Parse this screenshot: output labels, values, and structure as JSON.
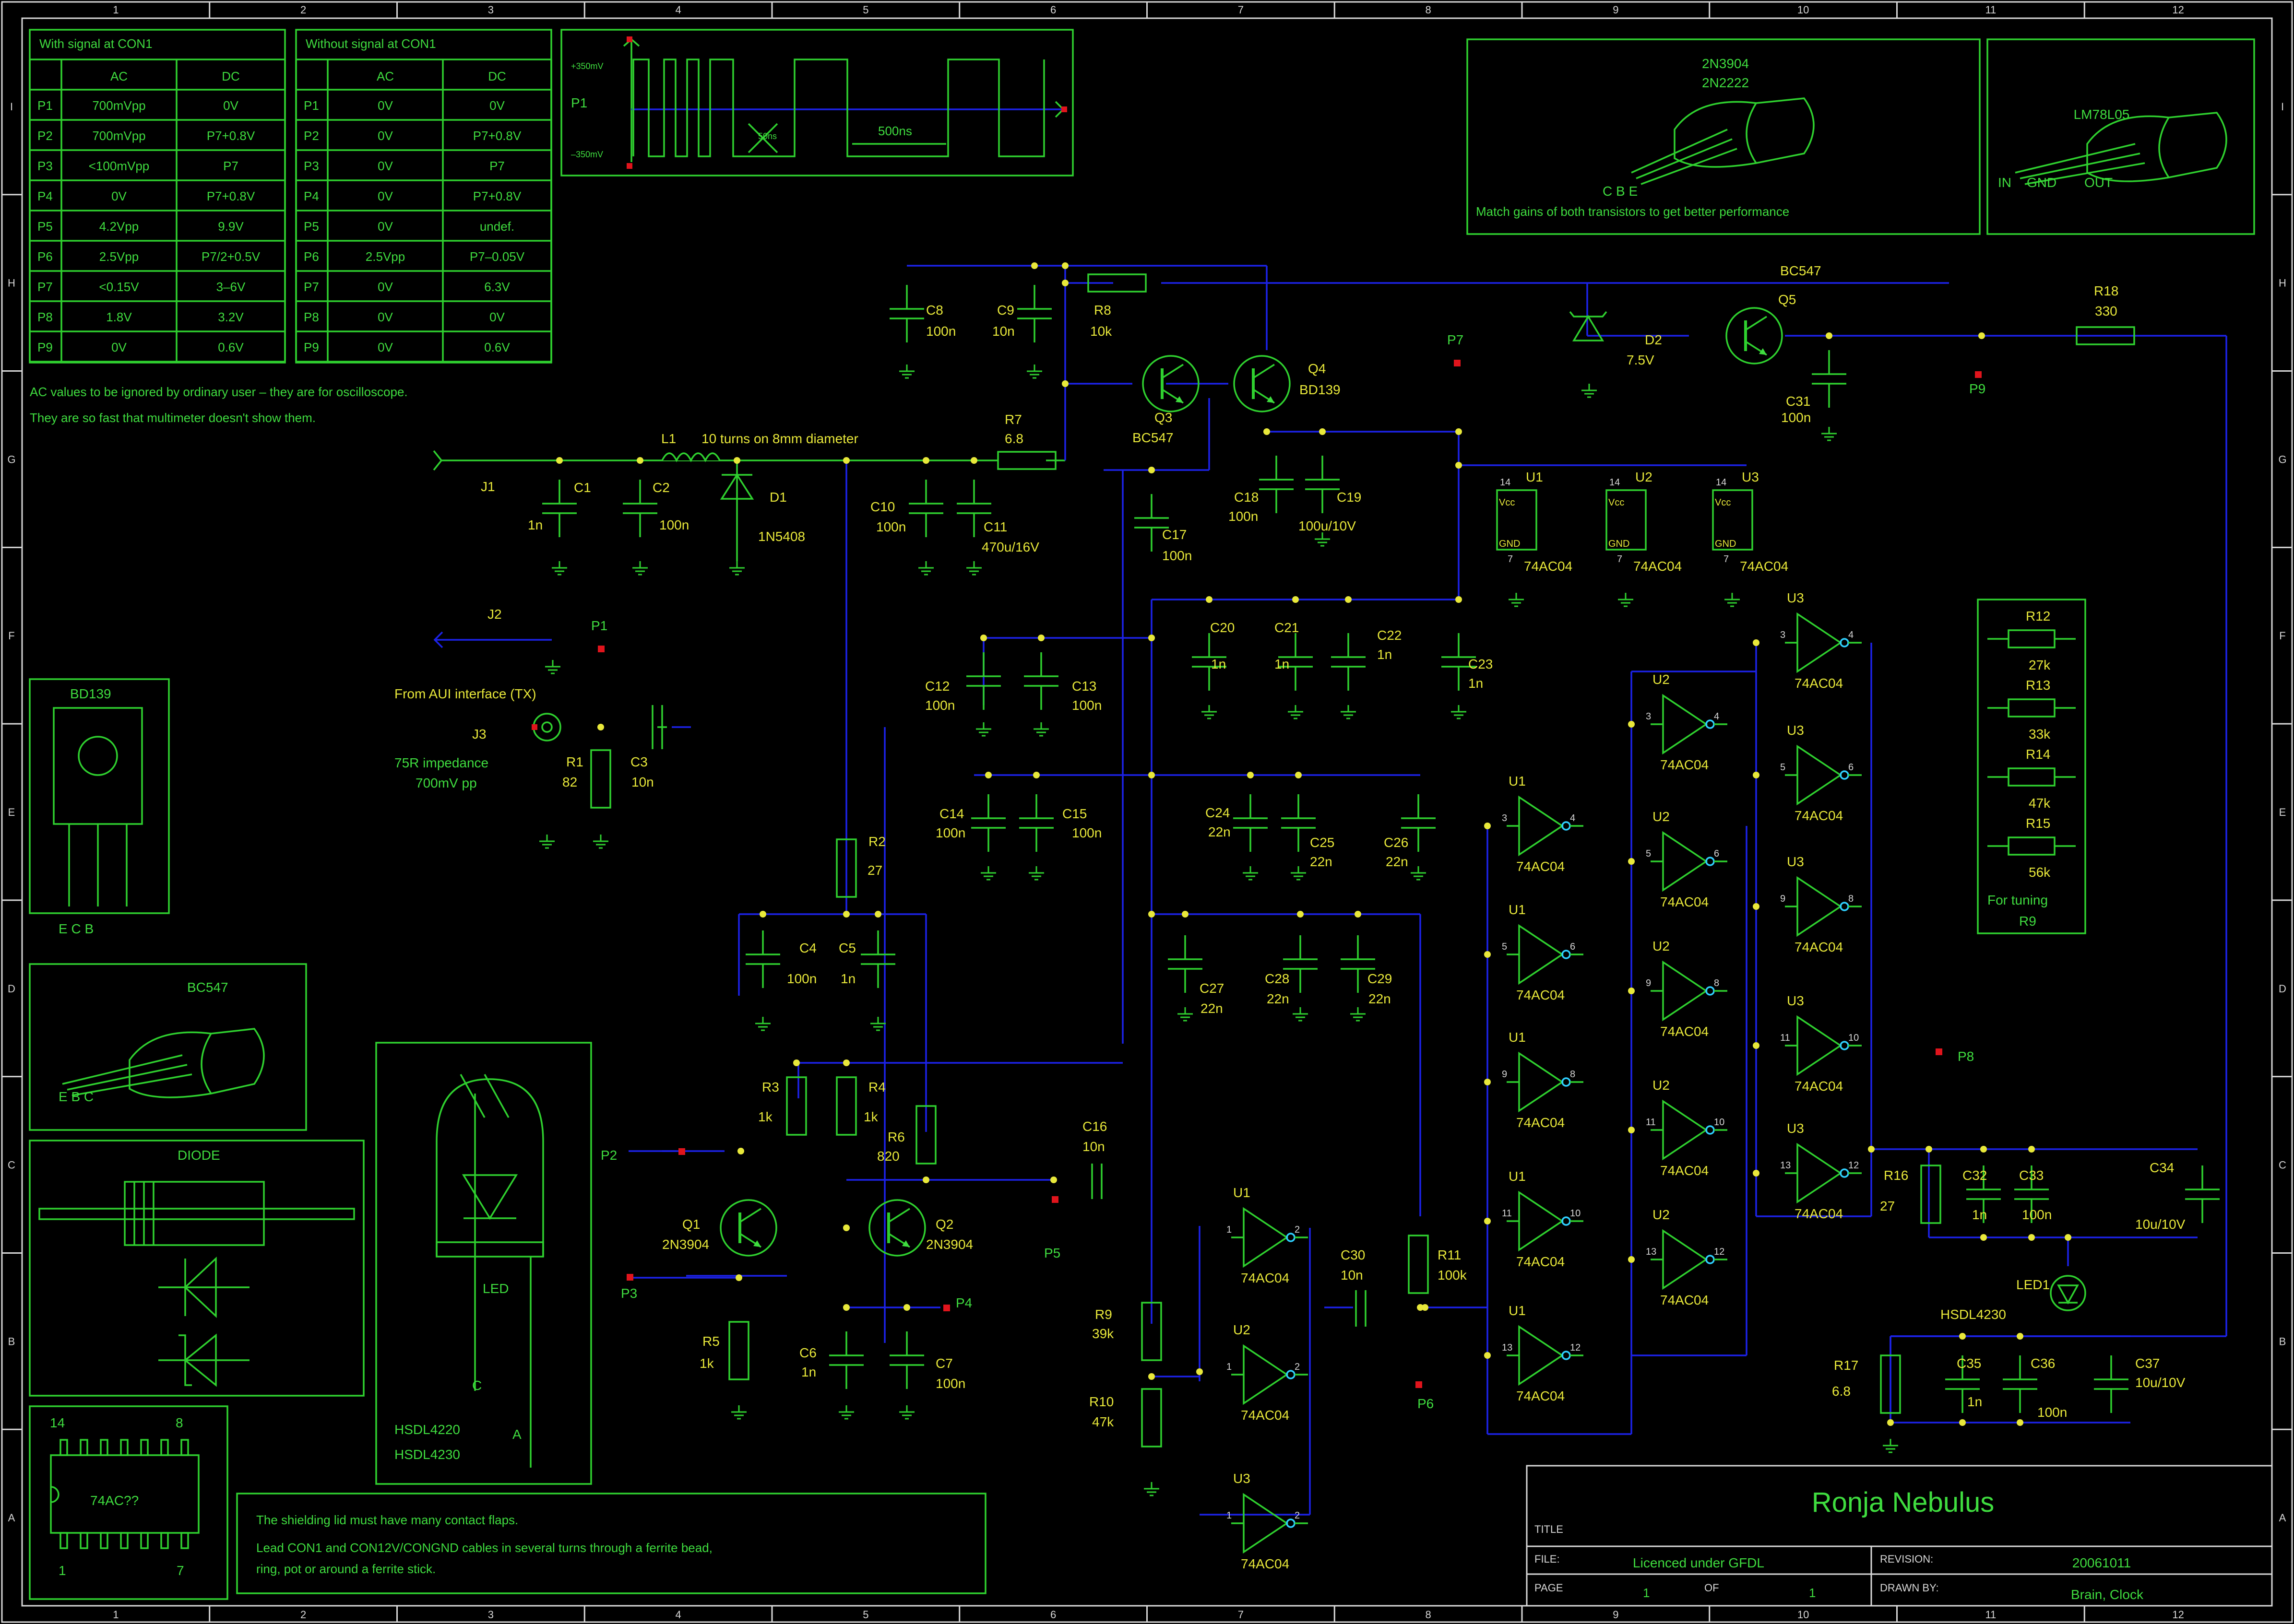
{
  "frame": {
    "columns": [
      "1",
      "2",
      "3",
      "4",
      "5",
      "6",
      "7",
      "8",
      "9",
      "10",
      "11",
      "12"
    ],
    "rows": [
      "I",
      "H",
      "G",
      "F",
      "E",
      "D",
      "C",
      "B",
      "A"
    ]
  },
  "signal_table": {
    "title": "With signal at CON1",
    "headers": [
      "AC",
      "DC"
    ],
    "rows": [
      [
        "P1",
        "700mVpp",
        "0V"
      ],
      [
        "P2",
        "700mVpp",
        "P7+0.8V"
      ],
      [
        "P3",
        "<100mVpp",
        "P7"
      ],
      [
        "P4",
        "0V",
        "P7+0.8V"
      ],
      [
        "P5",
        "4.2Vpp",
        "9.9V"
      ],
      [
        "P6",
        "2.5Vpp",
        "P7/2+0.5V"
      ],
      [
        "P7",
        "<0.15V",
        "3–6V"
      ],
      [
        "P8",
        "1.8V",
        "3.2V"
      ],
      [
        "P9",
        "0V",
        "0.6V"
      ]
    ]
  },
  "nosignal_table": {
    "title": "Without signal at CON1",
    "headers": [
      "AC",
      "DC"
    ],
    "rows": [
      [
        "P1",
        "0V",
        "0V"
      ],
      [
        "P2",
        "0V",
        "P7+0.8V"
      ],
      [
        "P3",
        "0V",
        "P7"
      ],
      [
        "P4",
        "0V",
        "P7+0.8V"
      ],
      [
        "P5",
        "0V",
        "undef."
      ],
      [
        "P6",
        "2.5Vpp",
        "P7–0.05V"
      ],
      [
        "P7",
        "0V",
        "6.3V"
      ],
      [
        "P8",
        "0V",
        "0V"
      ],
      [
        "P9",
        "0V",
        "0.6V"
      ]
    ]
  },
  "notes": {
    "ac_note_1": "AC values to be ignored by ordinary user – they are for oscilloscope.",
    "ac_note_2": "They are so fast that multimeter doesn't show them.",
    "shield_1": "The shielding lid must have many contact flaps.",
    "shield_2": "Lead CON1 and CON12V/CONGND cables in several turns through a ferrite bead,",
    "shield_3": "ring, pot or around a ferrite stick."
  },
  "waveform": {
    "p1": "P1",
    "plus": "+350mV",
    "minus": "–350mV",
    "t50": "50ns",
    "t500": "500ns"
  },
  "packages": {
    "q_2n3904": "2N3904",
    "q_2n2222": "2N2222",
    "q_pins": "C   B   E",
    "match_note": "Match gains of both transistors to get better performance",
    "lm78": "LM78L05",
    "lm_in": "IN",
    "lm_gnd": "GND",
    "lm_out": "OUT",
    "bd139": "BD139",
    "bd_pins": "E   C   B",
    "bc547": "BC547",
    "bc_pins": "E   B   C",
    "diode": "DIODE",
    "led": "LED",
    "led_c": "C",
    "led_a": "A",
    "hsdl1": "HSDL4220",
    "hsdl2": "HSDL4230",
    "ic": "74AC??",
    "ic_14": "14",
    "ic_8": "8",
    "ic_1": "1",
    "ic_7": "7"
  },
  "tuning": {
    "r12": "R12",
    "r12v": "27k",
    "r13": "R13",
    "r13v": "33k",
    "r14": "R14",
    "r14v": "47k",
    "r15": "R15",
    "r15v": "56k",
    "note1": "For tuning",
    "note2": "R9"
  },
  "labels": {
    "j1": "J1",
    "j2": "J2",
    "j3": "J3",
    "aui": "From AUI interface (TX)",
    "imp1": "75R impedance",
    "imp2": "700mV pp",
    "l1": "L1",
    "l1note": "10 turns on 8mm diameter",
    "c1": "C1",
    "c1v": "1n",
    "c2": "C2",
    "c2v": "100n",
    "d1": "D1",
    "d1v": "1N5408",
    "c8": "C8",
    "c8v": "100n",
    "c9": "C9",
    "c9v": "10n",
    "r8": "R8",
    "r8v": "10k",
    "q3": "Q3",
    "q3v": "BC547",
    "q4": "Q4",
    "q4v": "BD139",
    "r7": "R7",
    "r7v": "6.8",
    "c10": "C10",
    "c10v": "100n",
    "c11": "C11",
    "c11v": "470u/16V",
    "c17": "C17",
    "c17v": "100n",
    "c18": "C18",
    "c18v": "100n",
    "c19": "C19",
    "c19v": "100u/10V",
    "d2": "D2",
    "d2v": "7.5V",
    "q5": "Q5",
    "q5t": "BC547",
    "c31": "C31",
    "c31v": "100n",
    "r18": "R18",
    "r18v": "330",
    "p1": "P1",
    "p2": "P2",
    "p3": "P3",
    "p4": "P4",
    "p5": "P5",
    "p6": "P6",
    "p7": "P7",
    "p8": "P8",
    "p9": "P9",
    "r1": "R1",
    "r1v": "82",
    "c3": "C3",
    "c3v": "10n",
    "r2": "R2",
    "r2v": "27",
    "c4": "C4",
    "c4v": "100n",
    "c5": "C5",
    "c5v": "1n",
    "r3": "R3",
    "r3v": "1k",
    "r4": "R4",
    "r4v": "1k",
    "r6": "R6",
    "r6v": "820",
    "q1": "Q1",
    "q1v": "2N3904",
    "q2": "Q2",
    "q2v": "2N3904",
    "r5": "R5",
    "r5v": "1k",
    "c6": "C6",
    "c6v": "1n",
    "c7": "C7",
    "c7v": "100n",
    "c12": "C12",
    "c12v": "100n",
    "c13": "C13",
    "c13v": "100n",
    "c14": "C14",
    "c14v": "100n",
    "c15": "C15",
    "c15v": "100n",
    "c16": "C16",
    "c16v": "10n",
    "c20": "C20",
    "c20v": "1n",
    "c21": "C21",
    "c21v": "1n",
    "c22": "C22",
    "c22v": "1n",
    "c23": "C23",
    "c23v": "1n",
    "c24": "C24",
    "c24v": "22n",
    "c25": "C25",
    "c25v": "22n",
    "c26": "C26",
    "c26v": "22n",
    "c27": "C27",
    "c27v": "22n",
    "c28": "C28",
    "c28v": "22n",
    "c29": "C29",
    "c29v": "22n",
    "r9": "R9",
    "r9v": "39k",
    "r10": "R10",
    "r10v": "47k",
    "c30": "C30",
    "c30v": "10n",
    "r11": "R11",
    "r11v": "100k",
    "u1": "U1",
    "u2": "U2",
    "u3": "U3",
    "ic_type": "74AC04",
    "vcc": "Vcc",
    "gnd": "GND",
    "pin14": "14",
    "pin7": "7",
    "r16": "R16",
    "r16v": "27",
    "c32": "C32",
    "c32v": "1n",
    "c33": "C33",
    "c33v": "100n",
    "c34": "C34",
    "c34v": "10u/10V",
    "led1": "LED1",
    "led1v": "HSDL4230",
    "r17": "R17",
    "r17v": "6.8",
    "c35": "C35",
    "c35v": "1n",
    "c36": "C36",
    "c36v": "100n",
    "c37": "C37",
    "c37v": "10u/10V"
  },
  "title_block": {
    "title_label": "TITLE",
    "title": "Ronja Nebulus",
    "file_label": "FILE:",
    "file": "Licenced under GFDL",
    "revision_label": "REVISION:",
    "revision": "20061011",
    "page_label": "PAGE",
    "page": "1",
    "of_label": "OF",
    "of": "1",
    "drawn_label": "DRAWN BY:",
    "drawn": "Brain, Clock"
  }
}
